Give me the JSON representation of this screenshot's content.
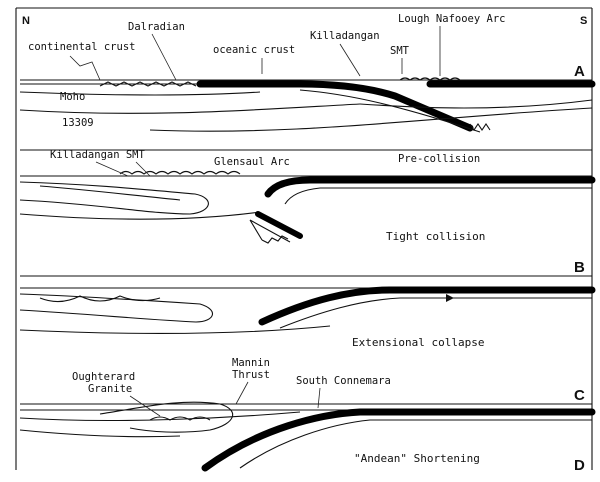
{
  "compass": {
    "north": "N",
    "south": "S"
  },
  "panel_a": {
    "letter": "A",
    "labels": {
      "continental_crust": "continental crust",
      "dalradian": "Dalradian",
      "oceanic_crust": "oceanic crust",
      "killadangan": "Killadangan",
      "smt": "SMT",
      "lough_nafooey": "Lough Nafooey Arc",
      "moho": "Moho",
      "figure_id": "13309"
    }
  },
  "panel_b": {
    "letter": "B",
    "labels": {
      "killadangan_smt": "Killadangan SMT",
      "glensaul_arc": "Glensaul Arc",
      "pre_collision": "Pre-collision",
      "tight_collision": "Tight collision"
    }
  },
  "panel_c": {
    "letter": "C",
    "labels": {
      "extensional_collapse": "Extensional collapse"
    }
  },
  "panel_d": {
    "letter": "D",
    "labels": {
      "oughterard": "Oughterard",
      "granite": "Granite",
      "mannin": "Mannin",
      "thrust": "Thrust",
      "south_connemara": "South Connemara",
      "andean_shortening": "\"Andean\" Shortening"
    }
  }
}
